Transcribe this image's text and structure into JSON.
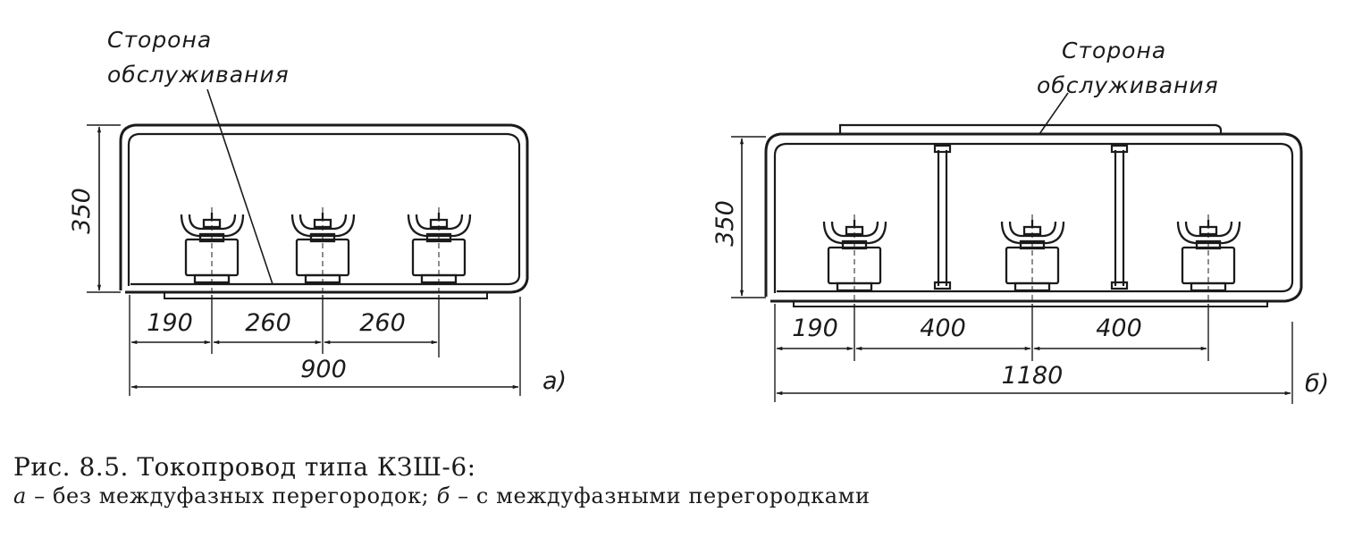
{
  "drawing_a": {
    "service_side": [
      "Сторона",
      "обслуживания"
    ],
    "height": "350",
    "spacings": [
      "190",
      "260",
      "260"
    ],
    "total_width": "900",
    "tag": "а)"
  },
  "drawing_b": {
    "service_side": [
      "Сторона",
      "обслуживания"
    ],
    "height": "350",
    "spacings": [
      "190",
      "400",
      "400"
    ],
    "total_width": "1180",
    "tag": "б)"
  },
  "caption": {
    "title": "Рис. 8.5. Токопровод типа КЗШ-6:",
    "part_a_letter": "а",
    "part_a_text": " – без междуфазных перегородок; ",
    "part_b_letter": "б",
    "part_b_text": " – с междуфазными перегородками"
  }
}
